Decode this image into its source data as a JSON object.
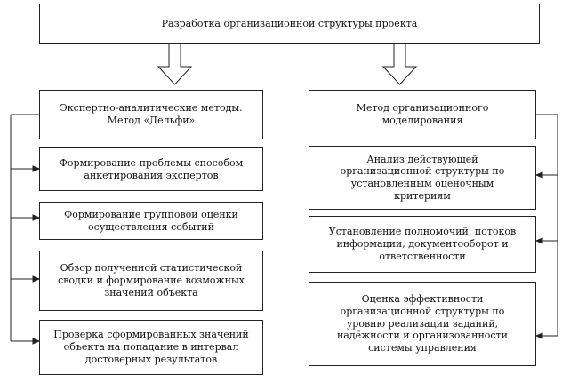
{
  "title": "Разработка организационной структуры проекта",
  "left": {
    "header": "Экспертно-аналитические методы. Метод «Дельфи»",
    "items": [
      "Формирование проблемы способом анкетирования экспертов",
      "Формирование групповой оценки осуществления событий",
      "Обзор полученной статистической сводки и формирование возможных значений объекта",
      "Проверка сформированных значений объекта на попадание в интервал достоверных результатов"
    ]
  },
  "right": {
    "header": "Метод организационного моделирования",
    "items": [
      "Анализ действующей организационной структуры по установленным оценочным критериям",
      "Установление полномочий, потоков информации, документооборот и ответственности",
      "Оценка эффективности организационной структуры по уровню реализации заданий, надёжности и организованности системы управления"
    ]
  }
}
